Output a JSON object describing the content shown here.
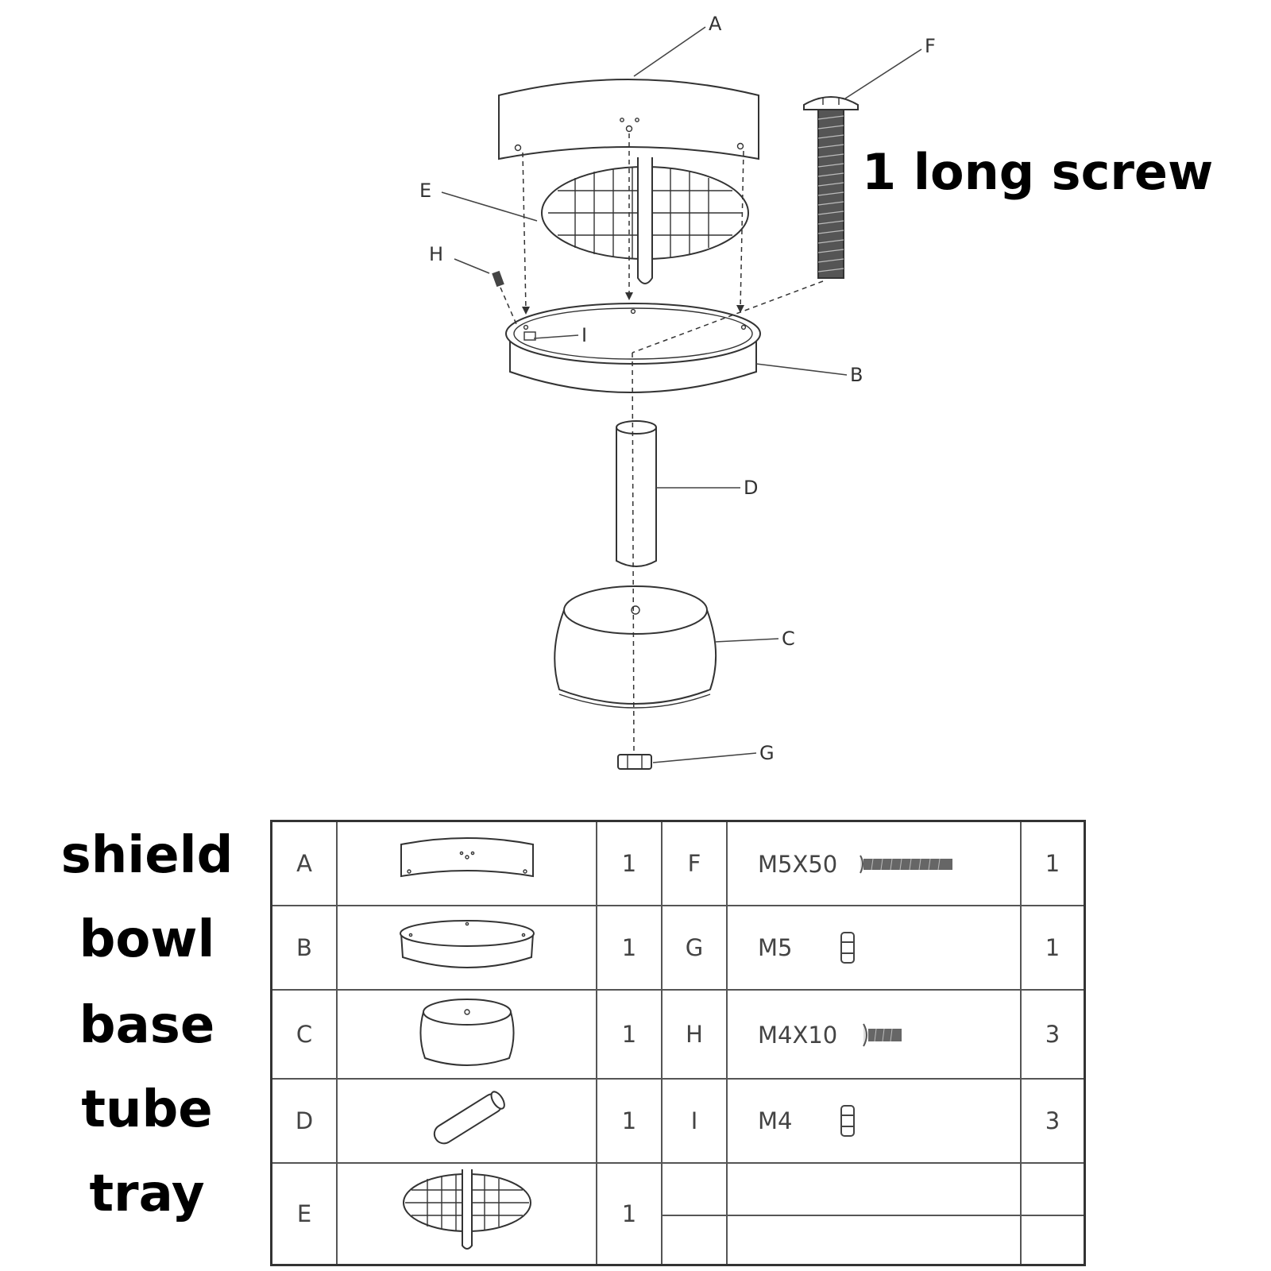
{
  "callouts": {
    "a": "A",
    "b": "B",
    "c": "C",
    "d": "D",
    "e": "E",
    "f": "F",
    "g": "G",
    "h": "H",
    "i": "I"
  },
  "screw_note": "1 long screw",
  "part_names": [
    "shield",
    "bowl",
    "base",
    "tube",
    "tray"
  ],
  "parts_table": {
    "rows": [
      {
        "letter": "A",
        "qty": "1",
        "icon": "shield-icon",
        "letter2": "F",
        "spec": "M5X50",
        "spec_icon": "long-screw-icon",
        "qty2": "1"
      },
      {
        "letter": "B",
        "qty": "1",
        "icon": "bowl-icon",
        "letter2": "G",
        "spec": "M5",
        "spec_icon": "nut-icon",
        "qty2": "1"
      },
      {
        "letter": "C",
        "qty": "1",
        "icon": "base-icon",
        "letter2": "H",
        "spec": "M4X10",
        "spec_icon": "short-screw-icon",
        "qty2": "3"
      },
      {
        "letter": "D",
        "qty": "1",
        "icon": "tube-icon",
        "letter2": "I",
        "spec": "M4",
        "spec_icon": "nut-icon",
        "qty2": "3"
      },
      {
        "letter": "E",
        "qty": "1",
        "icon": "tray-icon",
        "letter2": "",
        "spec": "",
        "spec_icon": "",
        "qty2": ""
      }
    ]
  }
}
